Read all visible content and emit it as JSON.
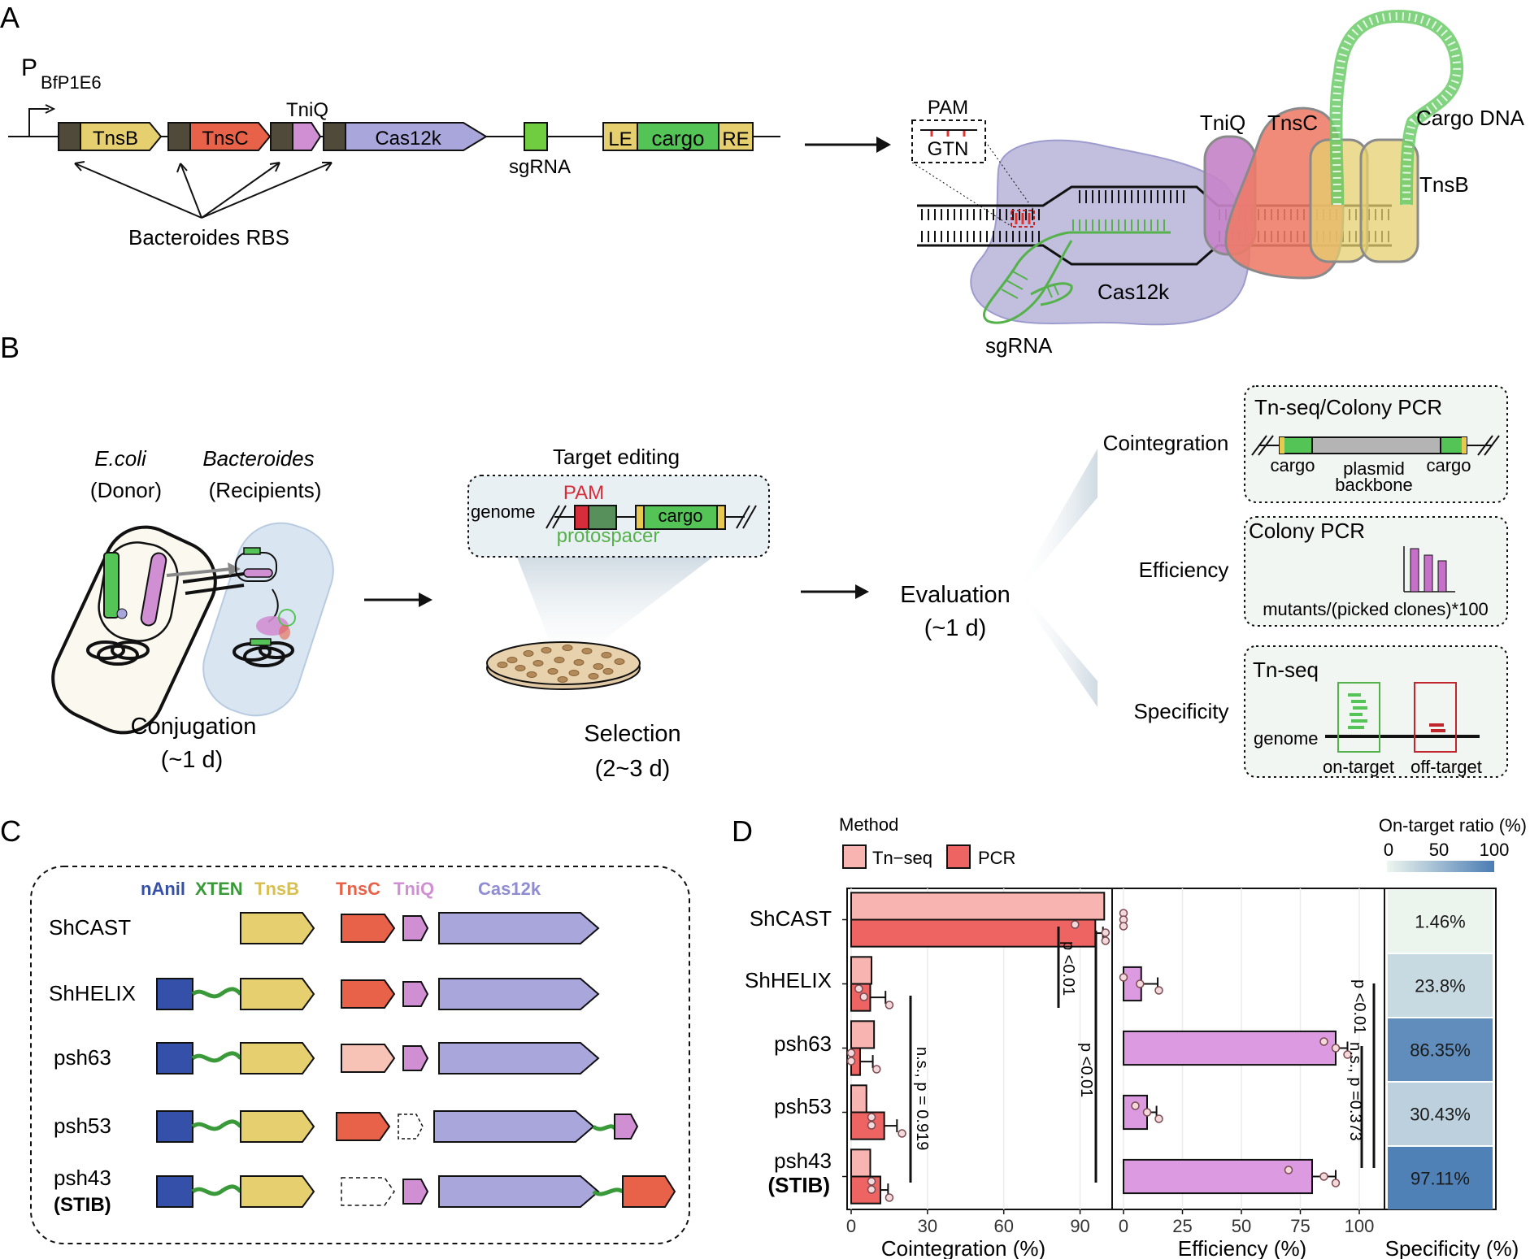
{
  "panels": {
    "a": "A",
    "b": "B",
    "c": "C",
    "d": "D"
  },
  "panelA": {
    "promoter_main": "P",
    "promoter_sub": "BfP1E6",
    "genes": {
      "tnsb": "TnsB",
      "tnsc": "TnsC",
      "tniq": "TniQ",
      "cas12k": "Cas12k",
      "sgrna": "sgRNA",
      "le": "LE",
      "cargo": "cargo",
      "re": "RE"
    },
    "rbs_label": "Bacteroides RBS",
    "complex": {
      "pam": "PAM",
      "gtn": "GTN",
      "tniq": "TniQ",
      "tnsc": "TnsC",
      "cargo_dna": "Cargo DNA",
      "tnsb": "TnsB",
      "cas12k": "Cas12k",
      "sgrna": "sgRNA"
    }
  },
  "panelB": {
    "ecoli": "E.coli",
    "donor": "(Donor)",
    "bacteroides": "Bacteroides",
    "recipients": "(Recipients)",
    "conjugation": "Conjugation",
    "conj_time": "(~1 d)",
    "target_editing": "Target editing",
    "pam": "PAM",
    "genome": "genome",
    "cargo": "cargo",
    "protospacer": "protospacer",
    "selection": "Selection",
    "sel_time": "(2~3 d)",
    "evaluation": "Evaluation",
    "eval_time": "(~1 d)",
    "cointegration": "Cointegration",
    "efficiency": "Efficiency",
    "specificity": "Specificity",
    "box1_title": "Tn-seq/Colony PCR",
    "box1_cargo": "cargo",
    "box1_plasmid": "plasmid",
    "box1_backbone": "backbone",
    "box2_title": "Colony PCR",
    "box2_formula": "mutants/(picked clones)*100",
    "box3_title": "Tn-seq",
    "box3_genome": "genome",
    "on_target": "on-target",
    "off_target": "off-target"
  },
  "panelC": {
    "legend": {
      "nanil": "nAnil",
      "xten": "XTEN",
      "tnsb": "TnsB",
      "tnsc": "TnsC",
      "tniq": "TniQ",
      "cas12k": "Cas12k"
    },
    "constructs": [
      {
        "name": "ShCAST",
        "name2": ""
      },
      {
        "name": "ShHELIX",
        "name2": ""
      },
      {
        "name": "psh63",
        "name2": ""
      },
      {
        "name": "psh53",
        "name2": ""
      },
      {
        "name": "psh43",
        "name2": "(STIB)"
      }
    ],
    "colors": {
      "nanil": "#3550a8",
      "xten": "#3a9a3a",
      "tnsb": "#e6cf6e",
      "tnsc": "#e8624a",
      "tnsc_light": "#f6c3b6",
      "tniq": "#d08fd2",
      "cas12k": "#a9a6db"
    }
  },
  "panelD": {
    "legend_title": "Method",
    "legend_items": [
      "Tn−seq",
      "PCR"
    ],
    "colorbar_title": "On-target ratio (%)",
    "colorbar_ticks": [
      "0",
      "50",
      "100"
    ],
    "row_labels": [
      "ShCAST",
      "ShHELIX",
      "psh63",
      "psh53",
      "psh43"
    ],
    "row_label_extra": "(STIB)",
    "xlabels": {
      "coint": "Cointegration (%)",
      "eff": "Efficiency (%)",
      "spec": "Specificity (%)"
    },
    "annotations": {
      "coint_ns": "n.s., p = 0.919",
      "coint_p1": "p <0.01",
      "coint_p2": "p <0.01",
      "eff_p": "p <0.01",
      "eff_ns": "n.s., p =0.373"
    },
    "colors": {
      "tnseq": "#f8b4b0",
      "pcr": "#ee6462",
      "efficiency": "#dc9be0",
      "spec_low": "#eef6ef",
      "spec_high": "#4a7cb4"
    }
  },
  "chart_data": [
    {
      "type": "bar",
      "xlabel": "Cointegration (%)",
      "categories": [
        "ShCAST",
        "ShHELIX",
        "psh63",
        "psh53",
        "psh43"
      ],
      "xlim": [
        0,
        100
      ],
      "xticks": [
        "0",
        "30",
        "60",
        "90"
      ],
      "series": [
        {
          "name": "Tn−seq",
          "values": [
            99.5,
            8,
            9,
            6,
            7.5
          ]
        },
        {
          "name": "PCR",
          "values": [
            96,
            7.5,
            3.5,
            13,
            11.5
          ],
          "errors": [
            3,
            6,
            5,
            5,
            3
          ],
          "points": [
            [
              88,
              100,
              100
            ],
            [
              3,
              5,
              15
            ],
            [
              0,
              0,
              10
            ],
            [
              8,
              8,
              20
            ],
            [
              8,
              8,
              15
            ]
          ]
        }
      ]
    },
    {
      "type": "bar",
      "xlabel": "Efficiency (%)",
      "categories": [
        "ShCAST",
        "ShHELIX",
        "psh63",
        "psh53",
        "psh43"
      ],
      "xlim": [
        0,
        105
      ],
      "xticks": [
        "0",
        "25",
        "50",
        "75",
        "100"
      ],
      "series": [
        {
          "values": [
            0,
            7.5,
            90,
            10,
            80
          ],
          "errors": [
            0.5,
            7,
            5,
            4,
            10
          ],
          "points": [
            [
              0,
              0,
              0
            ],
            [
              0,
              7,
              15
            ],
            [
              85,
              90,
              95
            ],
            [
              5,
              10,
              15
            ],
            [
              70,
              85,
              90
            ]
          ]
        }
      ]
    },
    {
      "type": "heatmap",
      "xlabel": "Specificity (%)",
      "categories": [
        "ShCAST",
        "ShHELIX",
        "psh63",
        "psh53",
        "psh43"
      ],
      "values": [
        1.46,
        23.8,
        86.35,
        30.43,
        97.11
      ],
      "labels": [
        "1.46%",
        "23.8%",
        "86.35%",
        "30.43%",
        "97.11%"
      ]
    }
  ]
}
